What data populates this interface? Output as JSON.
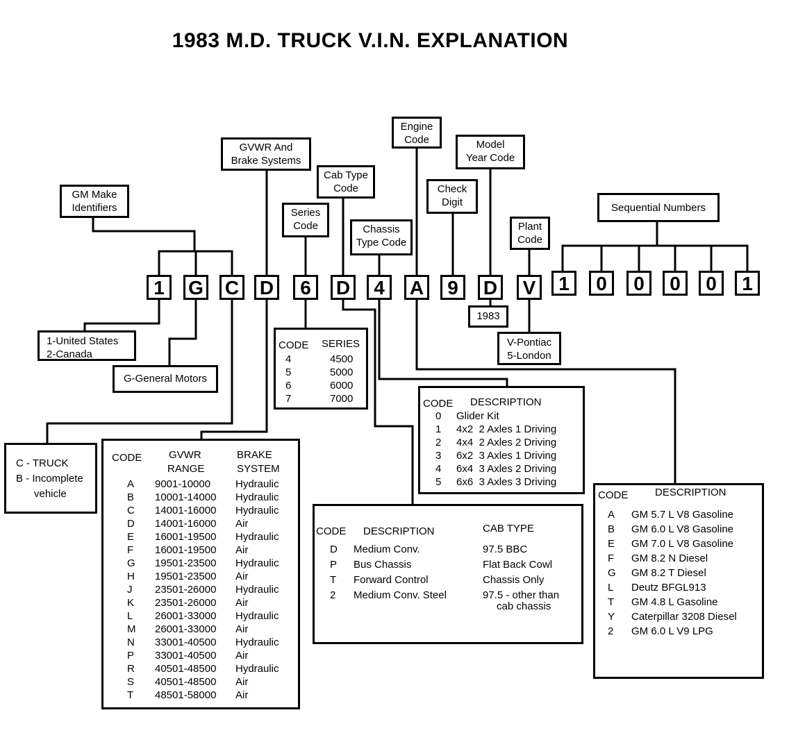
{
  "title": "1983 M.D. TRUCK V.I.N. EXPLANATION",
  "vin_characters": [
    "1",
    "G",
    "C",
    "D",
    "6",
    "D",
    "4",
    "A",
    "9",
    "D",
    "V",
    "1",
    "0",
    "0",
    "0",
    "0",
    "1"
  ],
  "position_labels": {
    "gm_make": [
      "GM Make",
      "Identifiers"
    ],
    "gvwr": [
      "GVWR And",
      "Brake Systems"
    ],
    "series": [
      "Series",
      "Code"
    ],
    "cab_type": [
      "Cab Type",
      "Code"
    ],
    "chassis_type": [
      "Chassis",
      "Type Code"
    ],
    "engine": [
      "Engine",
      "Code"
    ],
    "check_digit": [
      "Check",
      "Digit"
    ],
    "model_year": [
      "Model",
      "Year Code"
    ],
    "plant": [
      "Plant",
      "Code"
    ],
    "sequential": "Sequential Numbers"
  },
  "country_box": [
    "1-United States",
    "2-Canada"
  ],
  "manufacturer_box": "G-General Motors",
  "year_box": "1983",
  "plant_box": [
    "V-Pontiac",
    "5-London"
  ],
  "truck_type_box": [
    "C - TRUCK",
    "B - Incomplete",
    "vehicle"
  ],
  "series_table": {
    "headers": [
      "CODE",
      "SERIES"
    ],
    "rows": [
      [
        "4",
        "4500"
      ],
      [
        "5",
        "5000"
      ],
      [
        "6",
        "6000"
      ],
      [
        "7",
        "7000"
      ]
    ]
  },
  "gvwr_table": {
    "headers": {
      "code": "CODE",
      "range_1": "GVWR",
      "range_2": "RANGE",
      "brake_1": "BRAKE",
      "brake_2": "SYSTEM"
    },
    "rows": [
      [
        "A",
        "9001-10000",
        "Hydraulic"
      ],
      [
        "B",
        "10001-14000",
        "Hydraulic"
      ],
      [
        "C",
        "14001-16000",
        "Hydraulic"
      ],
      [
        "D",
        "14001-16000",
        "Air"
      ],
      [
        "E",
        "16001-19500",
        "Hydraulic"
      ],
      [
        "F",
        "16001-19500",
        "Air"
      ],
      [
        "G",
        "19501-23500",
        "Hydraulic"
      ],
      [
        "H",
        "19501-23500",
        "Air"
      ],
      [
        "J",
        "23501-26000",
        "Hydraulic"
      ],
      [
        "K",
        "23501-26000",
        "Air"
      ],
      [
        "L",
        "26001-33000",
        "Hydraulic"
      ],
      [
        "M",
        "26001-33000",
        "Air"
      ],
      [
        "N",
        "33001-40500",
        "Hydraulic"
      ],
      [
        "P",
        "33001-40500",
        "Air"
      ],
      [
        "R",
        "40501-48500",
        "Hydraulic"
      ],
      [
        "S",
        "40501-48500",
        "Air"
      ],
      [
        "T",
        "48501-58000",
        "Air"
      ]
    ]
  },
  "chassis_table": {
    "headers": [
      "CODE",
      "DESCRIPTION"
    ],
    "rows": [
      [
        "0",
        "Glider Kit"
      ],
      [
        "1",
        "4x2  2 Axles 1 Driving"
      ],
      [
        "2",
        "4x4  2 Axles 2 Driving"
      ],
      [
        "3",
        "6x2  3 Axles 1 Driving"
      ],
      [
        "4",
        "6x4  3 Axles 2 Driving"
      ],
      [
        "5",
        "6x6  3 Axles 3 Driving"
      ]
    ]
  },
  "cab_table": {
    "headers": [
      "CODE",
      "DESCRIPTION",
      "CAB TYPE"
    ],
    "rows": [
      [
        "D",
        "Medium Conv.",
        "97.5 BBC"
      ],
      [
        "P",
        "Bus Chassis",
        "Flat Back Cowl"
      ],
      [
        "T",
        "Forward Control",
        "Chassis Only"
      ],
      [
        "2",
        "Medium Conv. Steel",
        "97.5 - other than"
      ]
    ],
    "continuation": "cab chassis"
  },
  "engine_table": {
    "headers": [
      "CODE",
      "DESCRIPTION"
    ],
    "rows": [
      [
        "A",
        "GM 5.7 L V8 Gasoline"
      ],
      [
        "B",
        "GM 6.0 L V8 Gasoline"
      ],
      [
        "E",
        "GM 7.0 L V8 Gasoline"
      ],
      [
        "F",
        "GM 8.2 N Diesel"
      ],
      [
        "G",
        "GM 8.2 T Diesel"
      ],
      [
        "L",
        "Deutz BFGL913"
      ],
      [
        "T",
        "GM 4.8 L Gasoline"
      ],
      [
        "Y",
        "Caterpillar 3208 Diesel"
      ],
      [
        "2",
        "GM 6.0 L V9 LPG"
      ]
    ]
  }
}
